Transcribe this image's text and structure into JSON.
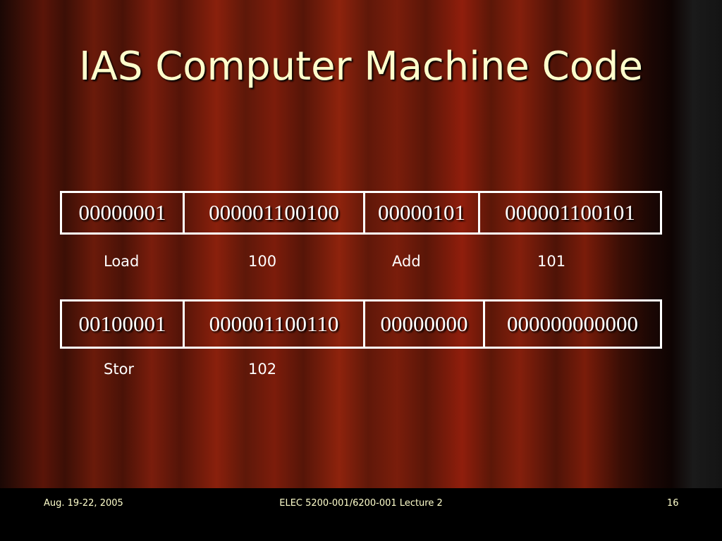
{
  "slide": {
    "title": "IAS Computer Machine Code",
    "instruction_words": [
      {
        "fields": [
          "00000001",
          "000001100100",
          "00000101",
          "000001100101"
        ],
        "labels": [
          "Load",
          "100",
          "Add",
          "101"
        ]
      },
      {
        "fields": [
          "00100001",
          "000001100110",
          "00000000",
          "000000000000"
        ],
        "labels": [
          "Stor",
          "102",
          "",
          ""
        ]
      }
    ],
    "footer": {
      "date": "Aug. 19-22, 2005",
      "course": "ELEC 5200-001/6200-001 Lecture 2",
      "page_number": "16"
    }
  }
}
